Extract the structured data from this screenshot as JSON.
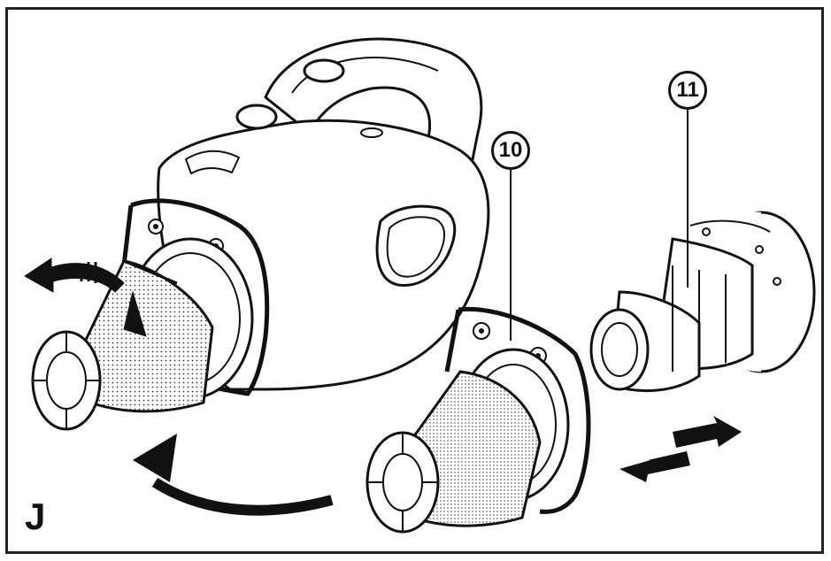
{
  "figure": {
    "letter": "J",
    "callouts": [
      {
        "id": "part-10",
        "label": "10"
      },
      {
        "id": "part-11",
        "label": "11"
      }
    ]
  },
  "colors": {
    "ink": "#111111",
    "background": "#ffffff"
  }
}
